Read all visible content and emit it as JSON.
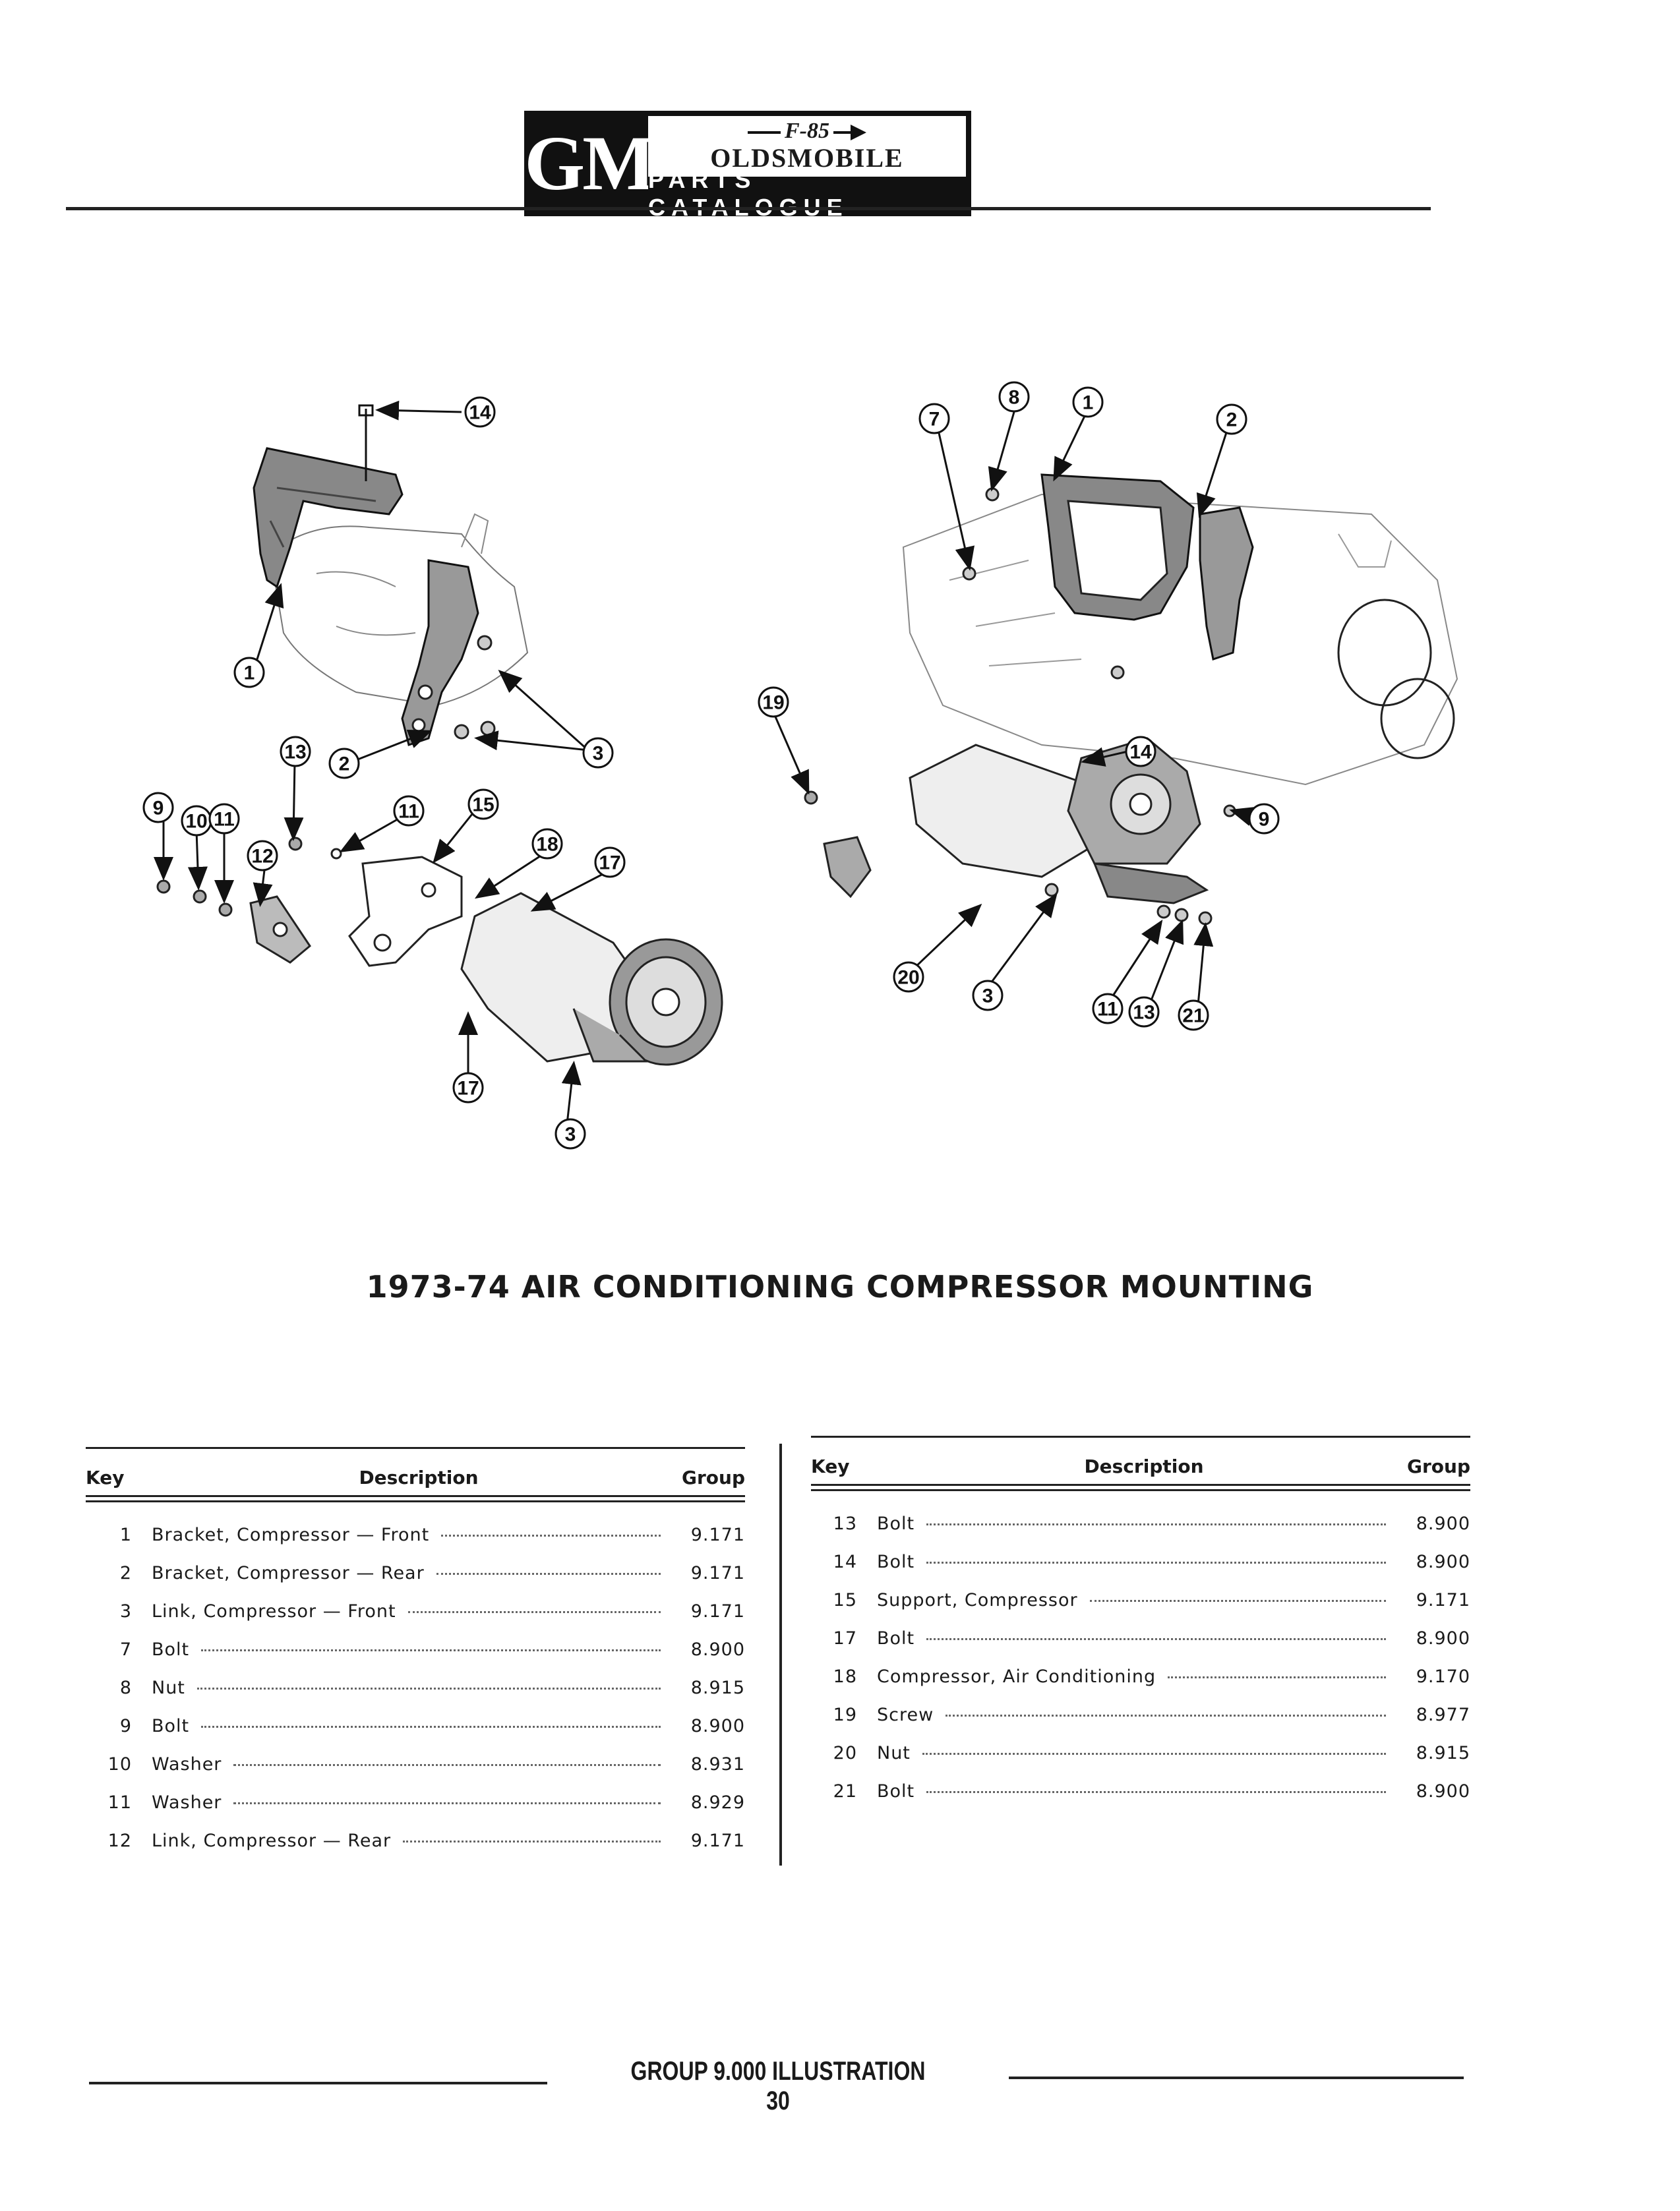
{
  "header": {
    "logo_gm": "GM",
    "logo_model": "F-85",
    "logo_brand": "OLDSMOBILE",
    "logo_catalogue": "PARTS CATALOGUE"
  },
  "illustration": {
    "callouts": [
      "14",
      "1",
      "2",
      "3",
      "13",
      "9",
      "10",
      "11",
      "12",
      "11",
      "15",
      "18",
      "17",
      "17",
      "3",
      "7",
      "8",
      "1",
      "2",
      "19",
      "14",
      "9",
      "20",
      "3",
      "11",
      "13",
      "21"
    ]
  },
  "figure_title": "1973-74 AIR CONDITIONING COMPRESSOR MOUNTING",
  "parts_table": {
    "headers": {
      "key": "Key",
      "description": "Description",
      "group": "Group"
    },
    "left": [
      {
        "key": "1",
        "description": "Bracket, Compressor — Front",
        "group": "9.171"
      },
      {
        "key": "2",
        "description": "Bracket, Compressor — Rear",
        "group": "9.171"
      },
      {
        "key": "3",
        "description": "Link, Compressor — Front",
        "group": "9.171"
      },
      {
        "key": "7",
        "description": "Bolt",
        "group": "8.900"
      },
      {
        "key": "8",
        "description": "Nut",
        "group": "8.915"
      },
      {
        "key": "9",
        "description": "Bolt",
        "group": "8.900"
      },
      {
        "key": "10",
        "description": "Washer",
        "group": "8.931"
      },
      {
        "key": "11",
        "description": "Washer",
        "group": "8.929"
      },
      {
        "key": "12",
        "description": "Link, Compressor — Rear",
        "group": "9.171"
      }
    ],
    "right": [
      {
        "key": "13",
        "description": "Bolt",
        "group": "8.900"
      },
      {
        "key": "14",
        "description": "Bolt",
        "group": "8.900"
      },
      {
        "key": "15",
        "description": "Support, Compressor",
        "group": "9.171"
      },
      {
        "key": "17",
        "description": "Bolt",
        "group": "8.900"
      },
      {
        "key": "18",
        "description": "Compressor, Air Conditioning",
        "group": "9.170"
      },
      {
        "key": "19",
        "description": "Screw",
        "group": "8.977"
      },
      {
        "key": "20",
        "description": "Nut",
        "group": "8.915"
      },
      {
        "key": "21",
        "description": "Bolt",
        "group": "8.900"
      }
    ]
  },
  "footer": {
    "text": "GROUP 9.000 ILLUSTRATION 30"
  }
}
